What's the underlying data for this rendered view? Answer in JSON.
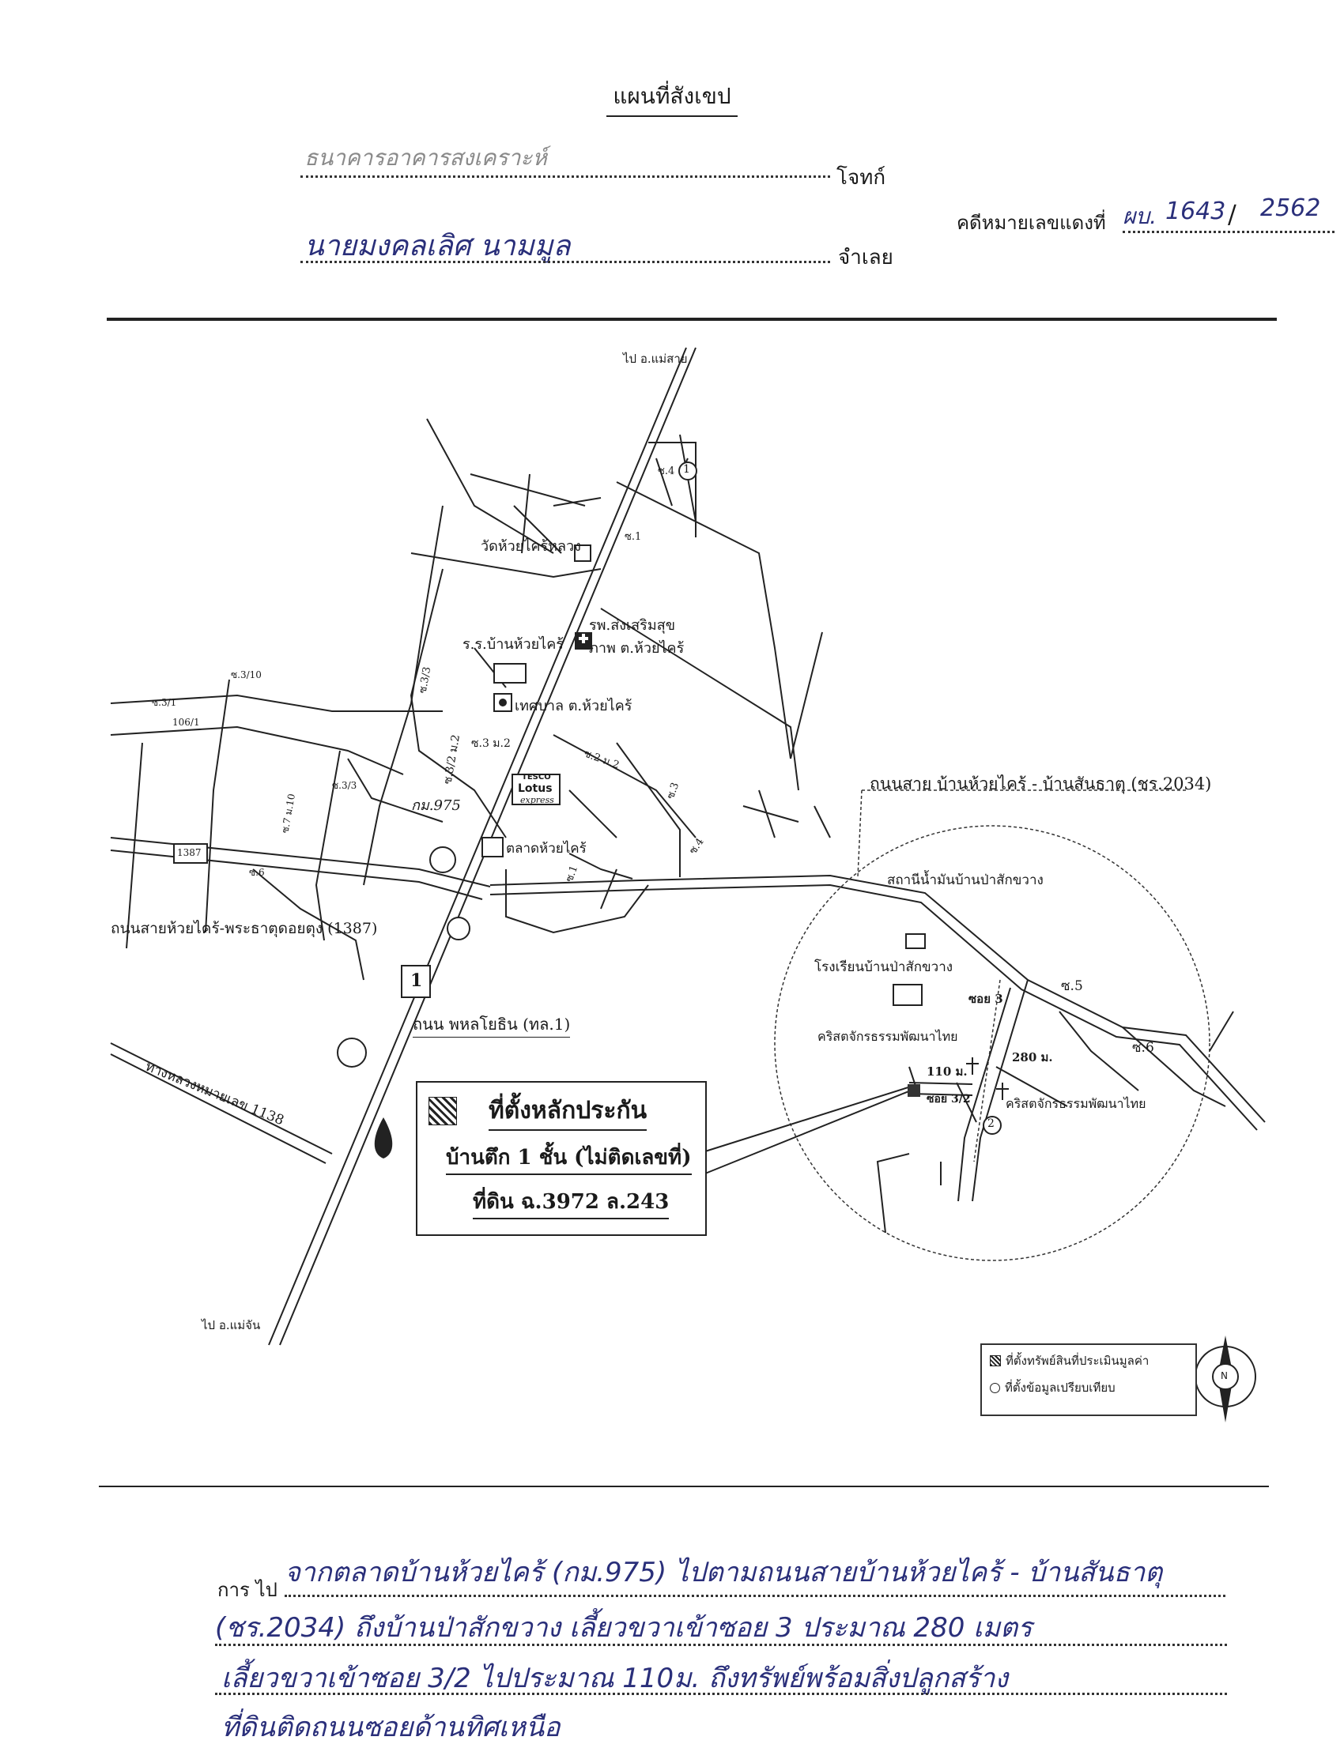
{
  "header": {
    "title": "แผนที่สังเขป",
    "plaintiff_handwritten": "ธนาคารอาคารสงเคราะห์",
    "plaintiff_label": "โจทก์",
    "defendant_handwritten": "นายมงคลเลิศ นามมูล",
    "defendant_label": "จำเลย",
    "case_label": "คดีหมายเลขแดงที่",
    "case_prefix": "ผบ.",
    "case_number": "1643",
    "case_year": "2562"
  },
  "map": {
    "road_top": "ไป อ.แม่สาย",
    "road_bottom": "ไป อ.แม่จัน",
    "temple": "วัดห้วยไคร้หลวง",
    "hospital": "รพ.ส่งเสริมสุขภาพ ต.ห้วยไคร้",
    "school": "ร.ร.บ้านห้วยไคร้",
    "municipality": "เทศบาล ต.ห้วยไคร้",
    "store_line1": "TESCO",
    "store_line2": "Lotus",
    "store_line3": "express",
    "market": "ตลาดห้วยไคร้",
    "km": "กม.975",
    "road_2034": "ถนนสาย บ้านห้วยไคร้ - บ้านสันธาตุ (ชร.2034)",
    "road_1387": "ถนนสายห้วยไคร้-พระธาตุดอยตุง (1387)",
    "road_1": "ถนน พหลโยธิน (ทล.1)",
    "road_1138": "ทางหลวงหมายเลข 1138",
    "marker_1387": "1387",
    "marker_1": "1",
    "soi_labels": [
      "ซ.4",
      "ซ.1",
      "ซ.3/10",
      "ซ.3/1",
      "106/1",
      "ซ.3/3",
      "ซ.3 ม.2",
      "ซ.3/2 ม.2",
      "ซ.2 ม.2",
      "ซ.3",
      "ซ.4",
      "ซ.7 ม.10",
      "ซ.3/3",
      "ซ.6",
      "ซ.1"
    ],
    "gas_station": "สถานีน้ำมันบ้านป่าสักขวาง",
    "school2": "โรงเรียนบ้านป่าสักขวาง",
    "church1": "คริสตจักรธรรมพัฒนาไทย",
    "church2": "คริสตจักรธรรมพัฒนาไทย",
    "soi3": "ซอย 3",
    "soi32": "ซอย 3/2",
    "dist280": "280 ม.",
    "dist110": "110 ม.",
    "s5": "ซ.5",
    "s6": "ซ.6",
    "circle1": "1",
    "circle2": "2",
    "compass": "N"
  },
  "collateral": {
    "title": "ที่ตั้งหลักประกัน",
    "line2": "บ้านตึก 1 ชั้น (ไม่ติดเลขที่)",
    "line3": "ที่ดิน ฉ.3972 ล.243"
  },
  "legend": {
    "item1": "ที่ตั้งทรัพย์สินที่ประเมินมูลค่า",
    "item2": "ที่ตั้งข้อมูลเปรียบเทียบ"
  },
  "directions": {
    "label": "การ ไป",
    "line1": "จากตลาดบ้านห้วยไคร้ (กม.975) ไปตามถนนสายบ้านห้วยไคร้ - บ้านสันธาตุ",
    "line2": "(ชร.2034) ถึงบ้านป่าสักขวาง เลี้ยวขวาเข้าซอย 3 ประมาณ 280 เมตร",
    "line3": "เลี้ยวขวาเข้าซอย 3/2 ไปประมาณ 110ม. ถึงทรัพย์พร้อมสิ่งปลูกสร้าง",
    "line4": "ที่ดินติดถนนซอยด้านทิศเหนือ"
  },
  "colors": {
    "ink": "#1a1a1a",
    "handwriting": "#2a2f7a"
  }
}
